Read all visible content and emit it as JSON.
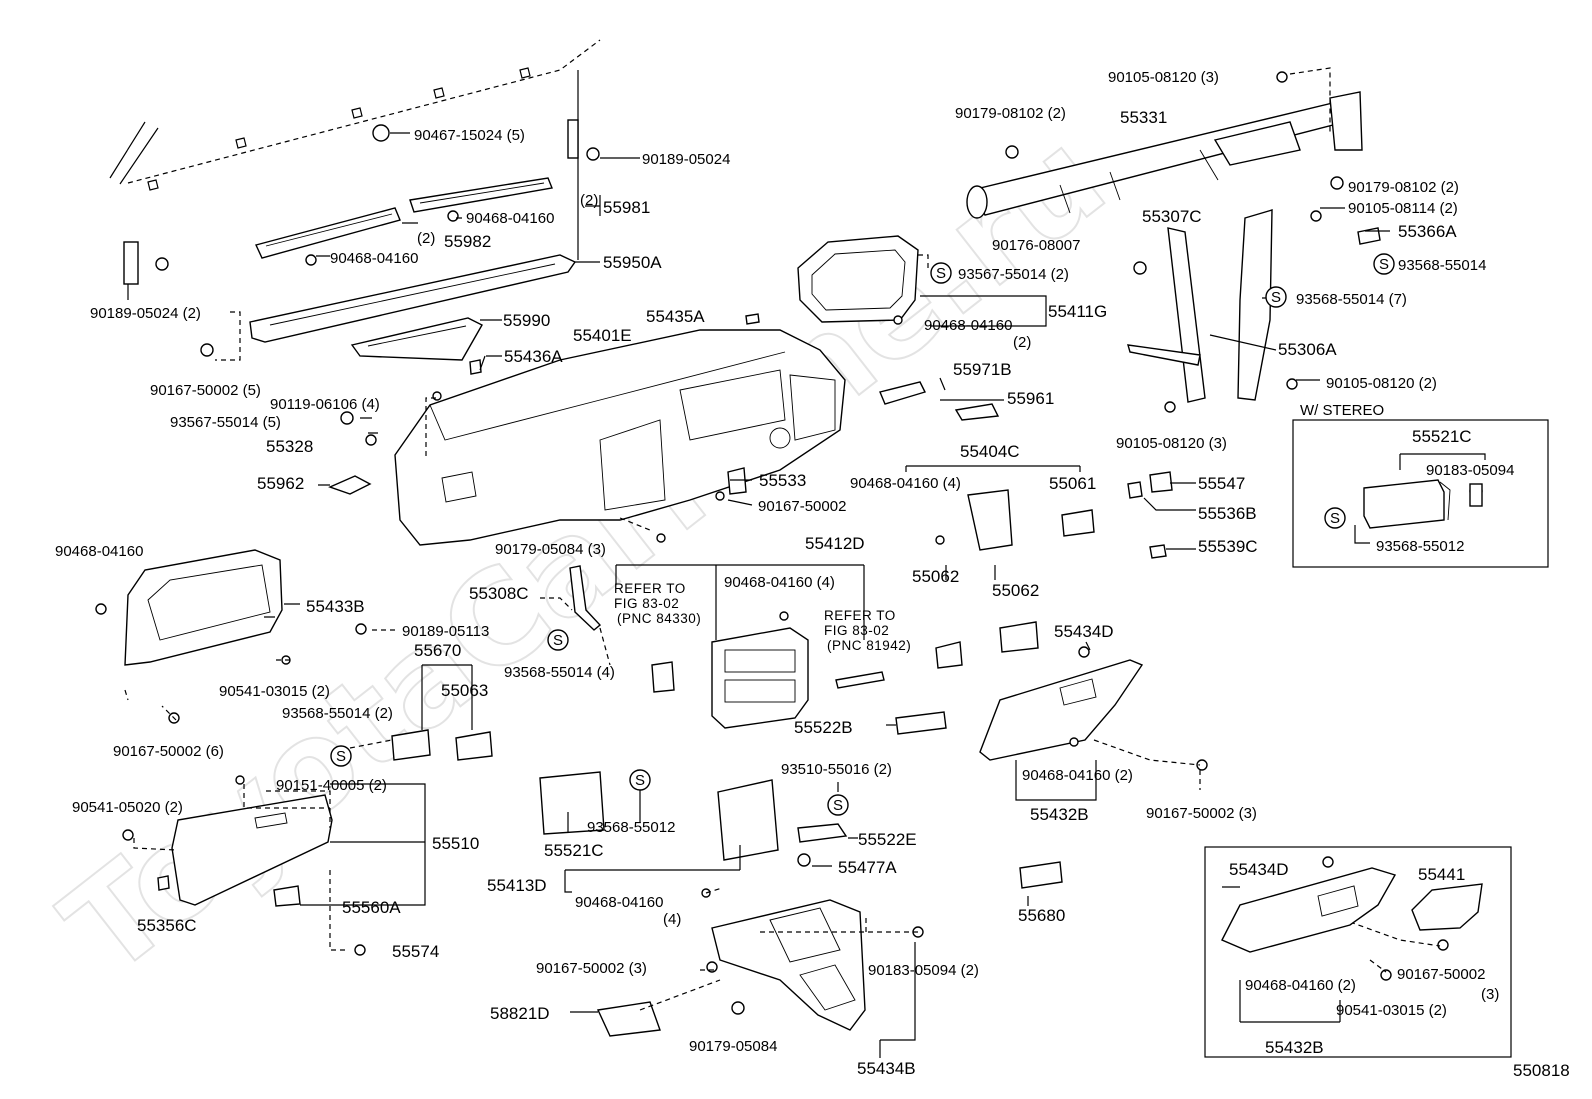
{
  "watermark": "ToyotaCarMine.ru",
  "figure_id": "550818",
  "stereo_box": {
    "title": "W/ STEREO"
  },
  "stamp": "S",
  "labels": {
    "l1": "90105-08120 (3)",
    "l2": "90179-08102 (2)",
    "l3": "55331",
    "l4": "90467-15024 (5)",
    "l5": "90189-05024",
    "l6": "90179-08102 (2)",
    "l7": "55307C",
    "l8": "90105-08114 (2)",
    "l9": "(2)",
    "l10": "90468-04160",
    "l11": "55981",
    "l12": "55366A",
    "l13": "(2)",
    "l14": "55982",
    "l15": "90176-08007",
    "l16": "93568-55014",
    "l17": "90468-04160",
    "l18": "55950A",
    "l19": "93567-55014 (2)",
    "l20": "93568-55014 (7)",
    "l21": "90189-05024 (2)",
    "l22": "55990",
    "l23": "55435A",
    "l24": "90468-04160",
    "l25": "55411G",
    "l26": "55401E",
    "l27": "(2)",
    "l28": "55306A",
    "l29": "55436A",
    "l30": "90167-50002 (5)",
    "l31": "55971B",
    "l32": "90105-08120 (2)",
    "l33": "90119-06106 (4)",
    "l34": "55961",
    "l35": "W/ STEREO",
    "l36": "93567-55014 (5)",
    "l37": "90105-08120 (3)",
    "l38": "55521C",
    "l39": "55328",
    "l40": "55404C",
    "l41": "90183-05094",
    "l42": "55533",
    "l43": "90468-04160 (4)",
    "l44": "55061",
    "l45": "55547",
    "l46": "55962",
    "l47": "90167-50002",
    "l48": "55536B",
    "l49": "90179-05084 (3)",
    "l50": "93568-55012",
    "l51": "55412D",
    "l52": "55539C",
    "l53": "90468-04160",
    "l54": "55308C",
    "l55": "REFER TO",
    "l56": "90468-04160 (4)",
    "l57": "55062",
    "l58": "55062",
    "l59": "FIG 83-02",
    "l60": "55433B",
    "l61": "(PNC 84330)",
    "l62": "REFER TO",
    "l63": "90189-05113",
    "l64": "FIG 83-02",
    "l65": "55434D",
    "l66": "55670",
    "l67": "(PNC 81942)",
    "l68": "93568-55014 (4)",
    "l69": "90541-03015 (2)",
    "l70": "55063",
    "l71": "93568-55014 (2)",
    "l72": "55522B",
    "l73": "90167-50002 (6)",
    "l74": "93510-55016 (2)",
    "l75": "90468-04160 (2)",
    "l76": "90151-40005 (2)",
    "l77": "90541-05020 (2)",
    "l78": "55432B",
    "l79": "90167-50002 (3)",
    "l80": "93568-55012",
    "l81": "55522E",
    "l82": "55510",
    "l83": "55521C",
    "l84": "55477A",
    "l85": "55434D",
    "l86": "55441",
    "l87": "55413D",
    "l88": "55560A",
    "l89": "90468-04160",
    "l90": "55680",
    "l91": "(4)",
    "l92": "55356C",
    "l93": "90167-50002 (3)",
    "l94": "90183-05094 (2)",
    "l95": "90167-50002",
    "l96": "55574",
    "l97": "90468-04160 (2)",
    "l98": "(3)",
    "l99": "58821D",
    "l100": "90541-03015 (2)",
    "l101": "90179-05084",
    "l102": "55432B",
    "l103": "55434B",
    "l104": "550818"
  }
}
